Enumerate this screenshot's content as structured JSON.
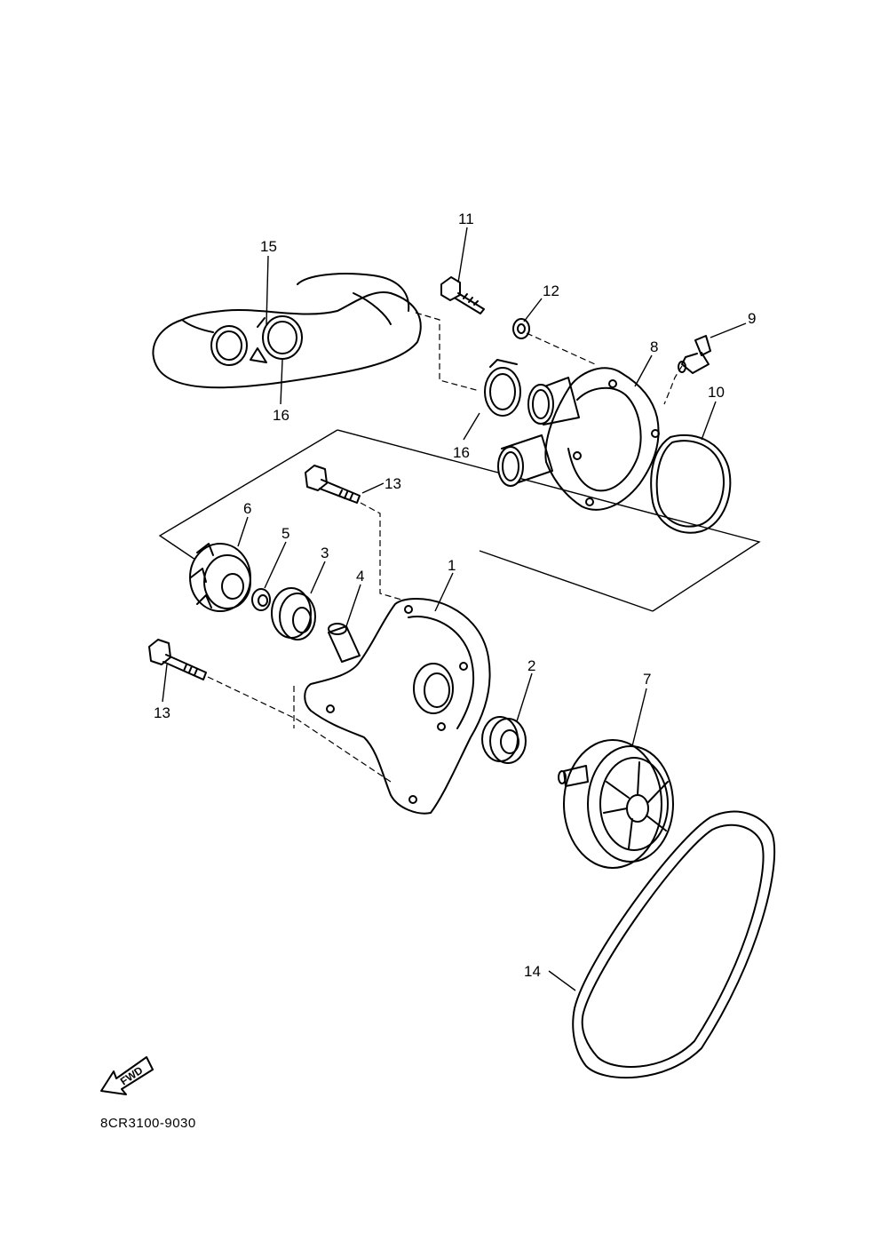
{
  "diagram": {
    "reference_code": "8CR3100-9030",
    "fwd_label": "FWD",
    "callouts": {
      "c1": "1",
      "c2": "2",
      "c3": "3",
      "c4": "4",
      "c5": "5",
      "c6": "6",
      "c7": "7",
      "c8": "8",
      "c9": "9",
      "c10": "10",
      "c11": "11",
      "c12": "12",
      "c13a": "13",
      "c13b": "13",
      "c14": "14",
      "c15": "15",
      "c16a": "16",
      "c16b": "16"
    }
  }
}
